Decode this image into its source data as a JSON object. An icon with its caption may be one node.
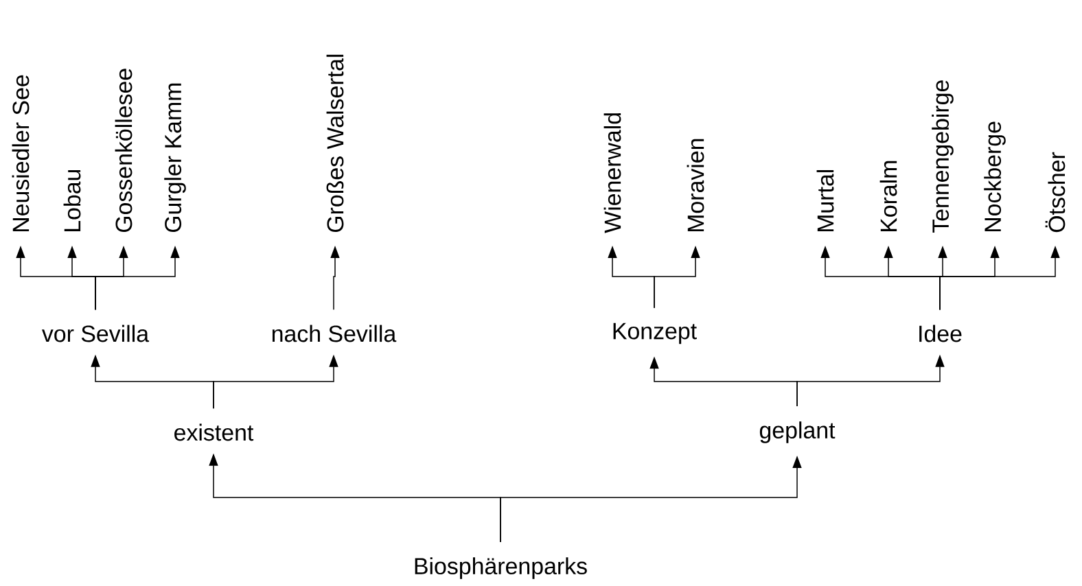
{
  "diagram": {
    "nodes": [
      {
        "text": [
          "Biosphärenparks"
        ]
      },
      {
        "text": [
          "existent"
        ]
      },
      {
        "text": [
          "geplant"
        ]
      },
      {
        "text": [
          "vor Sevilla"
        ]
      },
      {
        "text": [
          "nach Sevilla"
        ]
      },
      {
        "text": [
          "Konzept"
        ]
      },
      {
        "text": [
          "Idee"
        ]
      },
      {
        "text": [
          "Neusiedler See"
        ]
      },
      {
        "text": [
          "Lobau"
        ]
      },
      {
        "text": [
          "Gossenköllesee"
        ]
      },
      {
        "text": [
          "Gurgler Kamm"
        ]
      },
      {
        "text": [
          "Großes Walsertal"
        ]
      },
      {
        "text": [
          "Wienerwald"
        ]
      },
      {
        "text": [
          "Moravien"
        ]
      },
      {
        "text": [
          "Murtal"
        ]
      },
      {
        "text": [
          "Koralm"
        ]
      },
      {
        "text": [
          "Tennengebirge"
        ]
      },
      {
        "text": [
          "Nockberge"
        ]
      },
      {
        "text": [
          "Ötscher"
        ]
      }
    ],
    "edges": [
      {
        "from": 0,
        "to": 1,
        "arrow": "to"
      },
      {
        "from": 0,
        "to": 2,
        "arrow": "to"
      },
      {
        "from": 1,
        "to": 3,
        "arrow": "to"
      },
      {
        "from": 1,
        "to": 4,
        "arrow": "to"
      },
      {
        "from": 2,
        "to": 5,
        "arrow": "to"
      },
      {
        "from": 2,
        "to": 6,
        "arrow": "to"
      },
      {
        "from": 3,
        "to": 7,
        "arrow": "to"
      },
      {
        "from": 3,
        "to": 8,
        "arrow": "to"
      },
      {
        "from": 3,
        "to": 9,
        "arrow": "to"
      },
      {
        "from": 3,
        "to": 10,
        "arrow": "to"
      },
      {
        "from": 4,
        "to": 11,
        "arrow": "to"
      },
      {
        "from": 5,
        "to": 12,
        "arrow": "to"
      },
      {
        "from": 5,
        "to": 13,
        "arrow": "to"
      },
      {
        "from": 6,
        "to": 14,
        "arrow": "to"
      },
      {
        "from": 6,
        "to": 15,
        "arrow": "to"
      },
      {
        "from": 6,
        "to": 16,
        "arrow": "to"
      },
      {
        "from": 6,
        "to": 17,
        "arrow": "to"
      },
      {
        "from": 6,
        "to": 18,
        "arrow": "to"
      }
    ]
  }
}
